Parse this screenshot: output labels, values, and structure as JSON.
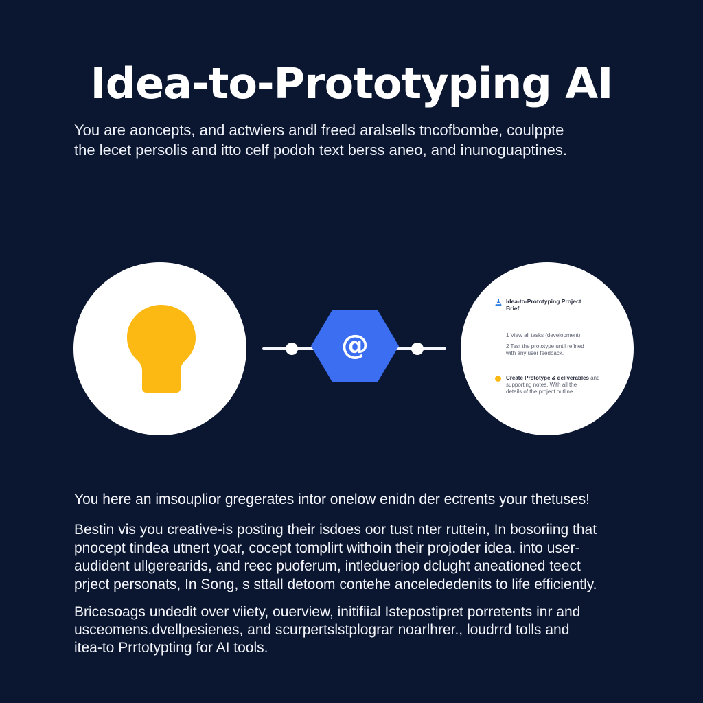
{
  "header": {
    "title": "Idea-to-Prototyping AI",
    "subtitle_lines": [
      "You are aoncepts, and actwiers andl freed aralsells tncofbombe, coulppte",
      "the lecet persolis and itto celf podoh text berss aneo, and inunoguaptines."
    ]
  },
  "flow": {
    "left_node": {
      "icon": "lightbulb-icon",
      "icon_color": "#fdb913",
      "background": "#ffffff"
    },
    "center_node": {
      "icon": "at-sign-icon",
      "glyph": "@",
      "shape": "hexagon",
      "color": "#3b6ef0"
    },
    "connector": {
      "color": "#f4f6fb",
      "dots": 2
    },
    "right_node": {
      "icon": "document-preview",
      "background": "#ffffff",
      "doc_icon": "flask-icon",
      "doc_icon_color": "#2f7de1",
      "doc_title_lines": [
        "Idea-to-Prototyping Project",
        "Brief"
      ],
      "items": [
        {
          "lines": [
            "1 View all tasks (development)"
          ]
        },
        {
          "lines": [
            "2 Test the prototype until refined",
            "with any user feedback."
          ]
        }
      ],
      "note": {
        "dot_color": "#fdb913",
        "bold": "Create Prototype & deliverables",
        "rest": " and",
        "lines": [
          "supporting notes. With all the",
          "details of the project outline."
        ]
      }
    }
  },
  "body": {
    "paragraph_1": [
      "You here an imsouplior gregerates intor onelow enidn der ectrents your thetuses!"
    ],
    "paragraph_2": [
      "Bestin vis you creative-is posting their isdoes oor tust nter ruttein, In bosoriing that",
      "pnocept tindea utnert yoar, cocept tomplirt withoin their projoder idea. into user-",
      "audident ullgerearids, and reec puoferum, intledueriop dclught aneationed teect",
      "prject personats, In Song, s sttall detoom contehe ancelededenits to life efficiently."
    ],
    "paragraph_3": [
      "Bricesoags undedit over viiety, ouerview, initifiial Istepostipret porretents inr and",
      "usceomens.dvellpesienes, and scurpertslstplograr noarlhrer., loudrrd tolls and",
      "itea-to Prrtotypting for  AI tools."
    ]
  }
}
